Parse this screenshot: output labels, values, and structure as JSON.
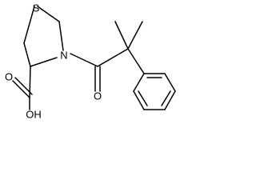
{
  "molecule": {
    "atoms": {
      "sulfur": "S",
      "nitrogen": "N",
      "carbonyl_oxygen": "O",
      "acid_oxygen": "O",
      "hydroxyl": "OH"
    }
  }
}
